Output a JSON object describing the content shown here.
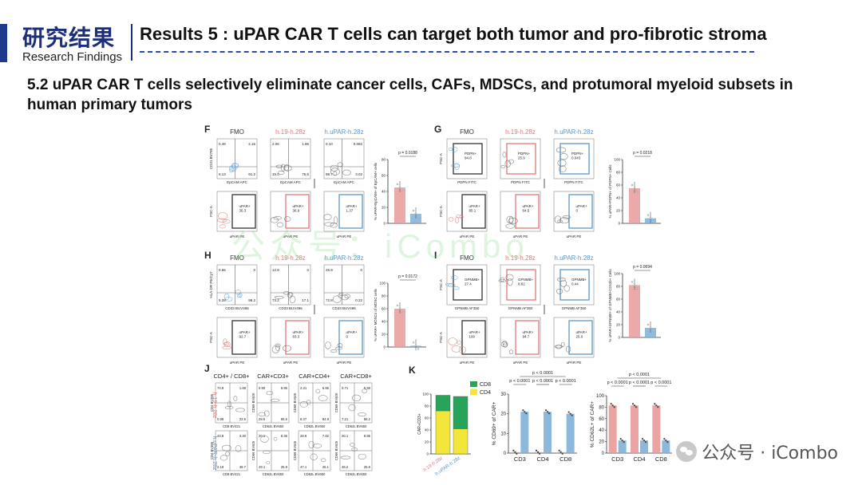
{
  "header": {
    "brand_cn": "研究结果",
    "brand_en": "Research Findings",
    "title": "Results 5 : uPAR CAR T cells can target both tumor and pro-fibrotic stroma"
  },
  "subtitle": "5.2 uPAR CAR T cells selectively eliminate cancer cells, CAFs, MDSCs, and protumoral myeloid subsets in human primary tumors",
  "watermark": {
    "text": "公众号 · iCombo",
    "faint": "公众号：iCombo"
  },
  "colors": {
    "brand": "#1d2f7a",
    "red": "#e89a9a",
    "blue": "#7fb0d8",
    "green": "#27a35a",
    "yellow": "#f3e63a"
  },
  "panels": {
    "F": {
      "letter": "F",
      "conds": [
        "FMO",
        "h.19-h.28z",
        "h.uPAR-h.28z"
      ],
      "row1_q": [
        [
          "0.48",
          "2.15",
          "6.13",
          "91.2"
        ],
        [
          "2.06",
          "1.86",
          "15.0",
          "76.6"
        ],
        [
          "0.10",
          "0.083",
          "98.7",
          "3.02"
        ]
      ],
      "row2_q": [
        "uPAR+\n36.3",
        "uPAR+\n36.9",
        "uPAR+\n1.37"
      ],
      "row1_axes": [
        "CD31 BV785",
        "EpCAM APC"
      ],
      "row2_axes": [
        "FSC-A",
        "uPAR PE"
      ],
      "stat_p": "p = 0.0188",
      "stat_ylabel": "% uPAR+EpCAM+ of EpCAM+ cells",
      "stat_ticks": [
        "0",
        "20",
        "40",
        "60",
        "80"
      ]
    },
    "G": {
      "letter": "G",
      "conds": [
        "FMO",
        "h.19-h.28z",
        "h.uPAR-h.28z"
      ],
      "row1_q": [
        "PDPN+\n94.8",
        "PDPN+\n25.9",
        "PDPN+\n0.043"
      ],
      "row2_q": [
        "uPAR+\n85.1",
        "uPAR+\n64.5",
        "uPAR+\n0"
      ],
      "row1_axes": [
        "FSC-A",
        "PDPN FITC"
      ],
      "row2_axes": [
        "FSC-A",
        "uPAR PE"
      ],
      "stat_p": "p = 0.0218",
      "stat_ylabel": "% uPAR+PDPN+ of PDPN+ Cells",
      "stat_ticks": [
        "0",
        "20",
        "40",
        "60",
        "80",
        "100"
      ]
    },
    "H": {
      "letter": "H",
      "conds": [
        "FMO",
        "h.19-h.28z",
        "h.uPAR-h.28z"
      ],
      "row1_q": [
        [
          "0.56",
          "0",
          "5.28",
          "98.2"
        ],
        [
          "12.8",
          "0",
          "73.2",
          "17.1"
        ],
        [
          "26.9",
          "0",
          "72.8",
          "0.22"
        ]
      ],
      "row2_q": [
        "uPAR+\n92.7",
        "uPAR+\n83.3",
        "uPAR+\n0"
      ],
      "row1_axes": [
        "HLA-DR PE/Cy7",
        "CD33 BUV496"
      ],
      "row2_axes": [
        "FSC-A",
        "uPAR PE"
      ],
      "stat_p": "p = 0.0172",
      "stat_ylabel": "% uPAR+ MDSCs of MDSC cells",
      "stat_ticks": [
        "0",
        "20",
        "40",
        "60",
        "80",
        "100"
      ]
    },
    "I": {
      "letter": "I",
      "conds": [
        "FMO",
        "h.19-h.28z",
        "h.uPAR-h.28z"
      ],
      "row1_q": [
        "GPNMB+\n27.4",
        "GPNMB+\n8.62",
        "GPNMB+\n0.44"
      ],
      "row2_q": [
        "uPAR+\n100",
        "uPAR+\n94.7",
        "uPAR+\n25.0"
      ],
      "row1_axes": [
        "FSC-A",
        "GPNMB AF350"
      ],
      "row2_axes": [
        "FSC-A",
        "uPAR PE"
      ],
      "stat_p": "p = 0.0694",
      "stat_ylabel": "% uPAR+GPNMB+ of GPNMB+CD11b+ Cells",
      "stat_ticks": [
        "0",
        "20",
        "40",
        "60",
        "80",
        "100"
      ]
    },
    "J": {
      "letter": "J",
      "cols": [
        "CD4+ / CD8+",
        "CAR+CD3+",
        "CAR+CD4+",
        "CAR+CD8+"
      ],
      "rows": [
        "h.19-h.28z",
        "h.uPAR-h.28z"
      ],
      "q_top": [
        [
          "74.8",
          "1.68",
          "0.99",
          "22.5"
        ],
        [
          "0.90",
          "5.95",
          "28.6",
          "85.6"
        ],
        [
          "2.31",
          "6.95",
          "8.37",
          "84.9"
        ],
        [
          "0.71",
          "5.58",
          "7.21",
          "86.2"
        ]
      ],
      "q_bot": [
        [
          "44.8",
          "3.30",
          "2.19",
          "49.7"
        ],
        [
          "20.1",
          "8.36",
          "49.1",
          "25.9"
        ],
        [
          "28.9",
          "7.62",
          "47.1",
          "25.1"
        ],
        [
          "20.1",
          "8.85",
          "46.2",
          "25.6"
        ]
      ],
      "x_axes": [
        "CD8 BV421",
        "CD62L BV650",
        "CD62L BV650",
        "CD62L BV650"
      ],
      "y_axes": [
        "CD4 BV395",
        "CD69 BV605",
        "CD69 BV605",
        "CD69 BV605"
      ]
    },
    "K": {
      "letter": "K",
      "stack": {
        "ylabel": "CAR+CD3+",
        "ticks": [
          "0",
          "20",
          "40",
          "60",
          "80",
          "100"
        ],
        "legend": [
          {
            "name": "CD8",
            "color": "#27a35a"
          },
          {
            "name": "CD4",
            "color": "#f3e63a"
          }
        ],
        "categories": [
          "h.19-h.28z",
          "h.uPAR-h.28z"
        ],
        "cd4": [
          72,
          42
        ],
        "cd8": [
          26,
          54
        ]
      },
      "cd69": {
        "ylabel": "% CD69+ of CAR+",
        "ticks": [
          "0",
          "10",
          "20",
          "30"
        ],
        "ymax": 30,
        "categories": [
          "CD3",
          "CD4",
          "CD8"
        ],
        "red": [
          0.5,
          0.5,
          0.5
        ],
        "blue": [
          21,
          21,
          20
        ],
        "p_lines": [
          {
            "label": "p < 0.0001",
            "x1": 0,
            "x2": 0
          },
          {
            "label": "p < 0.0001",
            "x1": 0,
            "x2": 2
          },
          {
            "label": "p < 0.0001",
            "x1": 1,
            "x2": 1
          },
          {
            "label": "p < 0.0001",
            "x1": 2,
            "x2": 2
          }
        ]
      },
      "cd62l": {
        "ylabel": "% CD62L+ of CAR+",
        "ticks": [
          "0",
          "20",
          "40",
          "60",
          "80",
          "100"
        ],
        "ymax": 100,
        "categories": [
          "CD3",
          "CD4",
          "CD8"
        ],
        "red": [
          83,
          83,
          83
        ],
        "blue": [
          22,
          22,
          22
        ],
        "p_lines": [
          {
            "label": "p < 0.0001",
            "x1": 0,
            "x2": 0
          },
          {
            "label": "p < 0.0001",
            "x1": 0,
            "x2": 2
          },
          {
            "label": "p < 0.0001",
            "x1": 1,
            "x2": 1
          },
          {
            "label": "p < 0.0001",
            "x1": 2,
            "x2": 2
          }
        ]
      }
    }
  },
  "chart_data": [
    {
      "type": "bar",
      "panel": "F",
      "categories": [
        "h.19-h.28z",
        "h.uPAR-h.28z"
      ],
      "values": [
        45,
        12
      ],
      "ylabel": "% uPAR+EpCAM+ of EpCAM+ cells",
      "ylim": [
        0,
        80
      ],
      "annotation": "p = 0.0188"
    },
    {
      "type": "bar",
      "panel": "G",
      "categories": [
        "h.19-h.28z",
        "h.uPAR-h.28z"
      ],
      "values": [
        55,
        8
      ],
      "ylabel": "% uPAR+PDPN+ of PDPN+ Cells",
      "ylim": [
        0,
        100
      ],
      "annotation": "p = 0.0218"
    },
    {
      "type": "bar",
      "panel": "H",
      "categories": [
        "h.19-h.28z",
        "h.uPAR-h.28z"
      ],
      "values": [
        60,
        2
      ],
      "ylabel": "% uPAR+ MDSCs of MDSC cells",
      "ylim": [
        0,
        100
      ],
      "annotation": "p = 0.0172"
    },
    {
      "type": "bar",
      "panel": "I",
      "categories": [
        "h.19-h.28z",
        "h.uPAR-h.28z"
      ],
      "values": [
        82,
        15
      ],
      "ylabel": "% uPAR+GPNMB+ of GPNMB+CD11b+ Cells",
      "ylim": [
        0,
        100
      ],
      "annotation": "p = 0.0694"
    },
    {
      "type": "bar",
      "panel": "K",
      "stacked": true,
      "categories": [
        "h.19-h.28z",
        "h.uPAR-h.28z"
      ],
      "series": [
        {
          "name": "CD4",
          "values": [
            72,
            42
          ]
        },
        {
          "name": "CD8",
          "values": [
            26,
            54
          ]
        }
      ],
      "ylabel": "CAR+CD3+",
      "ylim": [
        0,
        100
      ]
    },
    {
      "type": "bar",
      "panel": "K",
      "categories": [
        "CD3",
        "CD4",
        "CD8"
      ],
      "series": [
        {
          "values": [
            0.5,
            0.5,
            0.5
          ]
        },
        {
          "values": [
            21,
            21,
            20
          ]
        }
      ],
      "ylabel": "% CD69+ of CAR+",
      "ylim": [
        0,
        30
      ]
    },
    {
      "type": "bar",
      "panel": "K",
      "categories": [
        "CD3",
        "CD4",
        "CD8"
      ],
      "series": [
        {
          "values": [
            83,
            83,
            83
          ]
        },
        {
          "values": [
            22,
            22,
            22
          ]
        }
      ],
      "ylabel": "% CD62L+ of CAR+",
      "ylim": [
        0,
        100
      ]
    }
  ]
}
